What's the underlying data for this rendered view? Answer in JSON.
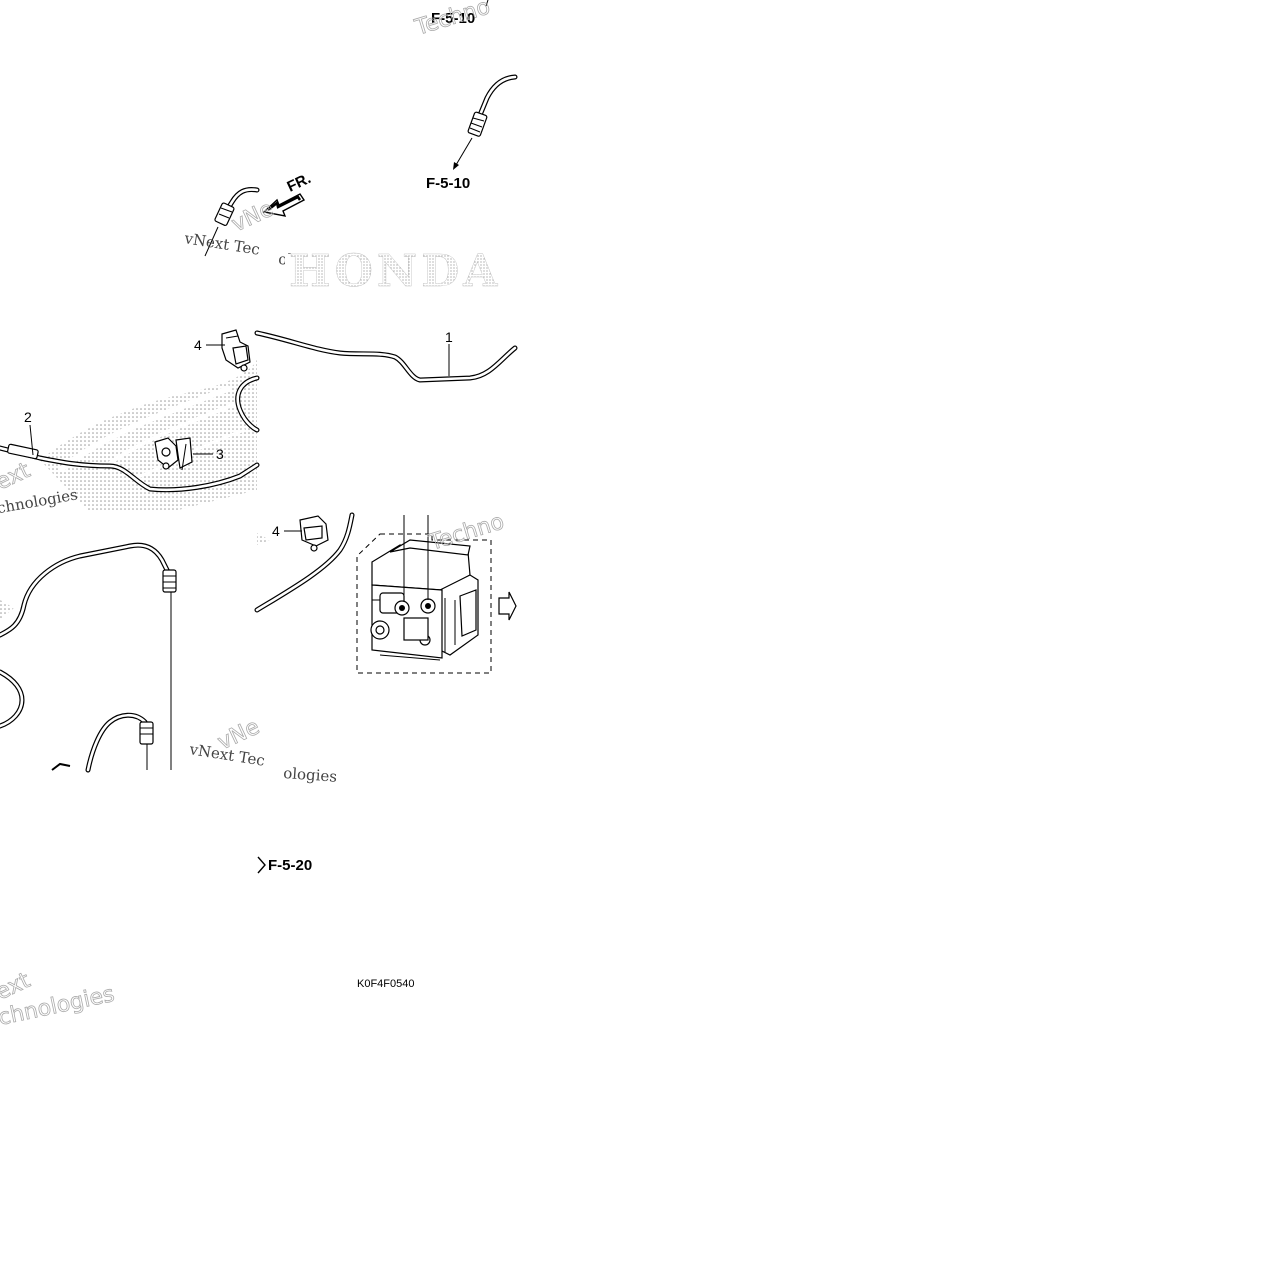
{
  "references": {
    "top": "F-5-10",
    "upper_right": "F-5-10",
    "bottom": "F-5-20"
  },
  "front_indicator": "FR.",
  "callouts": {
    "pipe_right": "1",
    "pipe_left": "2",
    "clamp_center": "3",
    "clamp_upper": "4",
    "clamp_lower": "4"
  },
  "watermarks": {
    "company_a": "vNext Tec",
    "company_b": "vNext Tec",
    "suffix_a": "ologies",
    "suffix_b": "ologies",
    "fragment_left_top": "chnologies",
    "fragment_left_bottom": "chnologies",
    "fragment_ext": "ext",
    "fragment_techno_top": "Techno",
    "fragment_techno_mid": "Techno",
    "fragment_vne_a": "vNe",
    "fragment_vne_b": "vNe"
  },
  "brand": "HONDA",
  "drawing_code": "K0F4F0540",
  "colors": {
    "line": "#000000",
    "dots": "#9a9a9a",
    "background": "#ffffff"
  }
}
